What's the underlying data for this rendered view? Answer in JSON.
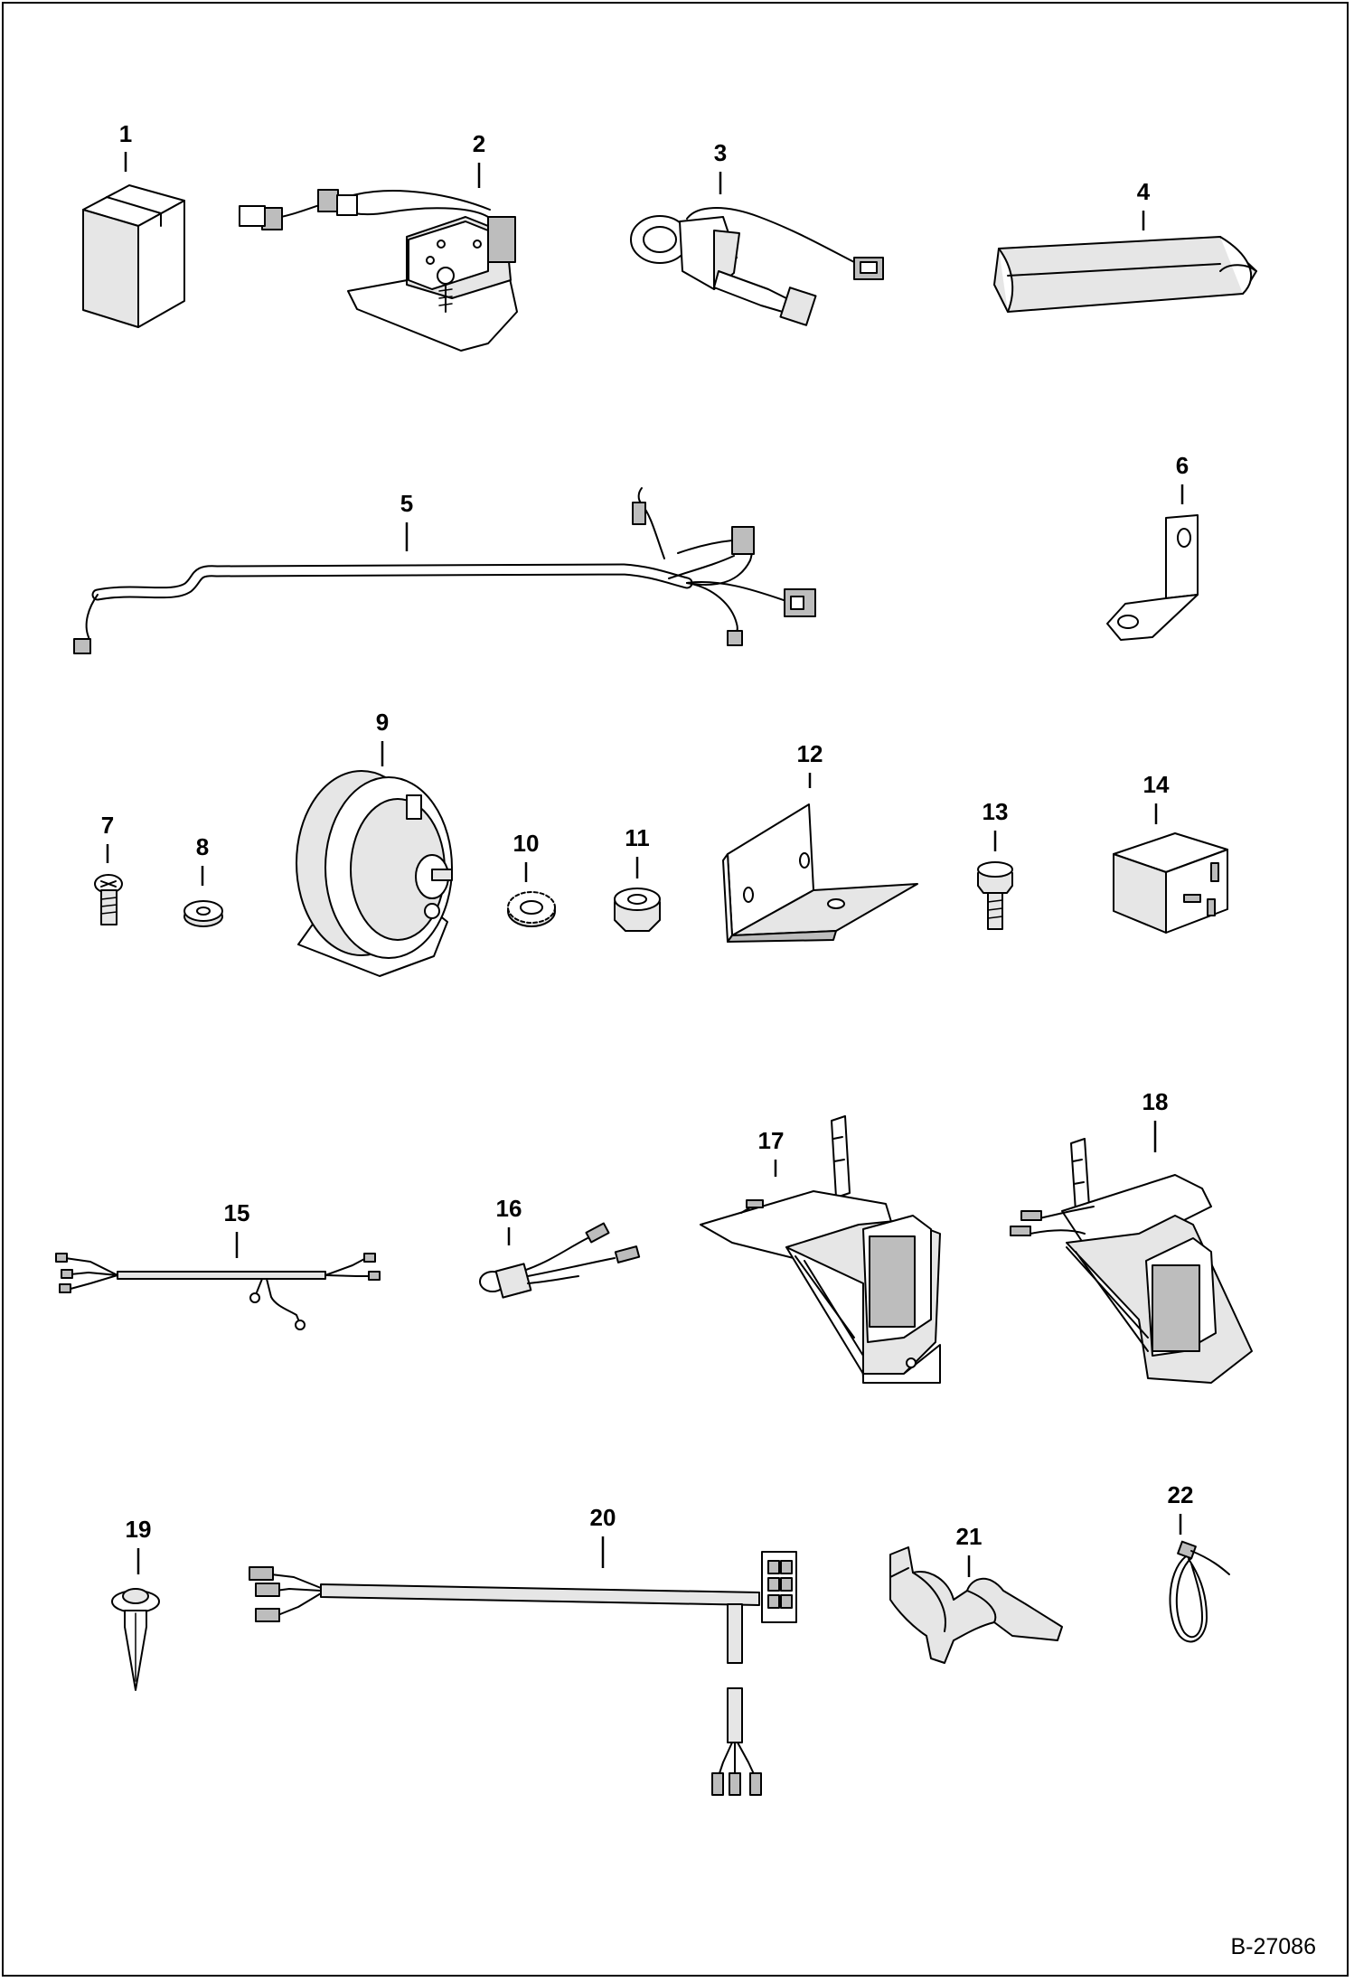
{
  "parts": [
    {
      "id": "part-1",
      "label": "1"
    },
    {
      "id": "part-2",
      "label": "2"
    },
    {
      "id": "part-3",
      "label": "3"
    },
    {
      "id": "part-4",
      "label": "4"
    },
    {
      "id": "part-5",
      "label": "5"
    },
    {
      "id": "part-6",
      "label": "6"
    },
    {
      "id": "part-7",
      "label": "7"
    },
    {
      "id": "part-8",
      "label": "8"
    },
    {
      "id": "part-9",
      "label": "9"
    },
    {
      "id": "part-10",
      "label": "10"
    },
    {
      "id": "part-11",
      "label": "11"
    },
    {
      "id": "part-12",
      "label": "12"
    },
    {
      "id": "part-13",
      "label": "13"
    },
    {
      "id": "part-14",
      "label": "14"
    },
    {
      "id": "part-15",
      "label": "15"
    },
    {
      "id": "part-16",
      "label": "16"
    },
    {
      "id": "part-17",
      "label": "17"
    },
    {
      "id": "part-18",
      "label": "18"
    },
    {
      "id": "part-19",
      "label": "19"
    },
    {
      "id": "part-20",
      "label": "20"
    },
    {
      "id": "part-21",
      "label": "21"
    },
    {
      "id": "part-22",
      "label": "22"
    }
  ],
  "figure_id": "B-27086"
}
